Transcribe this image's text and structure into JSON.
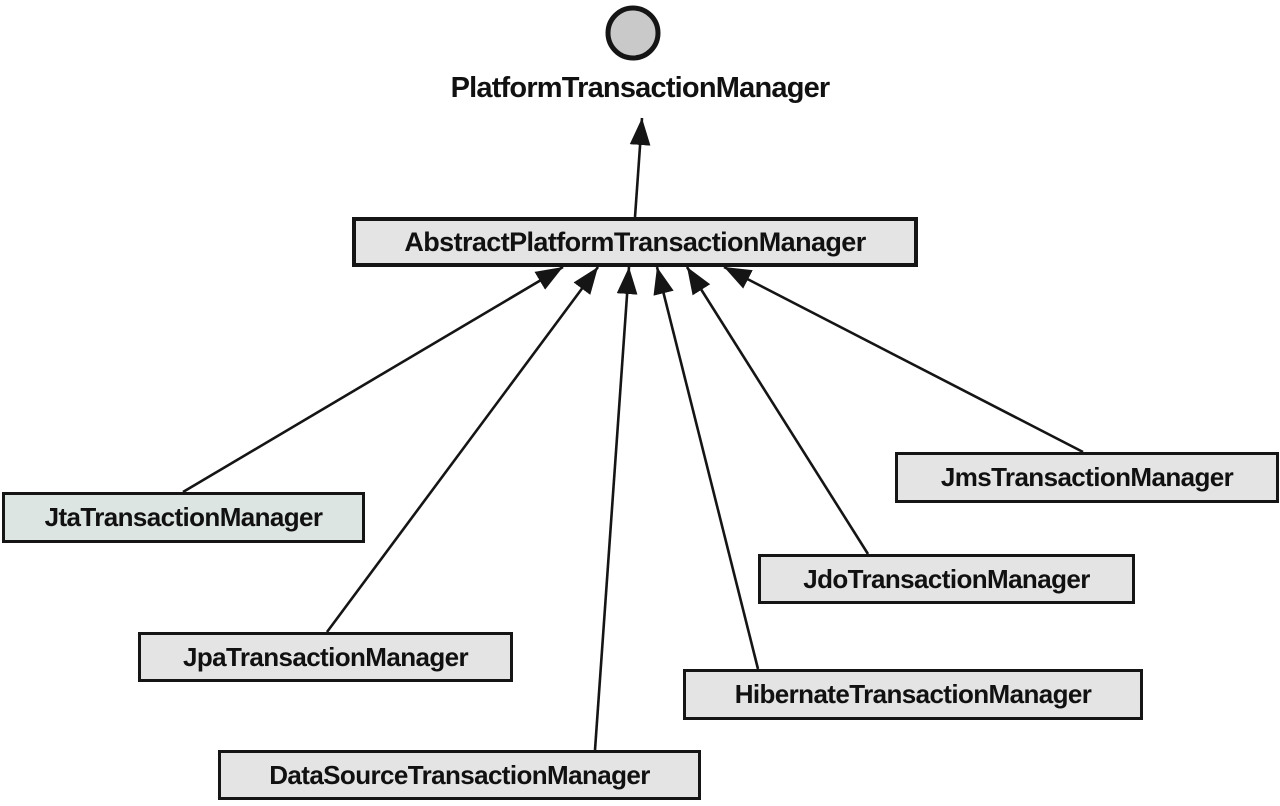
{
  "diagram": {
    "kind": "uml-class-hierarchy",
    "interface": {
      "label": "PlatformTransactionManager",
      "icon": "interface-circle-icon"
    },
    "nodes": [
      {
        "id": "abstract",
        "label": "AbstractPlatformTransactionManager"
      },
      {
        "id": "jta",
        "label": "JtaTransactionManager"
      },
      {
        "id": "jpa",
        "label": "JpaTransactionManager"
      },
      {
        "id": "datasource",
        "label": "DataSourceTransactionManager"
      },
      {
        "id": "hibernate",
        "label": "HibernateTransactionManager"
      },
      {
        "id": "jdo",
        "label": "JdoTransactionManager"
      },
      {
        "id": "jms",
        "label": "JmsTransactionManager"
      }
    ],
    "edges": [
      {
        "from": "AbstractPlatformTransactionManager",
        "to": "PlatformTransactionManager",
        "type": "implements"
      },
      {
        "from": "JtaTransactionManager",
        "to": "AbstractPlatformTransactionManager",
        "type": "extends"
      },
      {
        "from": "JpaTransactionManager",
        "to": "AbstractPlatformTransactionManager",
        "type": "extends"
      },
      {
        "from": "DataSourceTransactionManager",
        "to": "AbstractPlatformTransactionManager",
        "type": "extends"
      },
      {
        "from": "HibernateTransactionManager",
        "to": "AbstractPlatformTransactionManager",
        "type": "extends"
      },
      {
        "from": "JdoTransactionManager",
        "to": "AbstractPlatformTransactionManager",
        "type": "extends"
      },
      {
        "from": "JmsTransactionManager",
        "to": "AbstractPlatformTransactionManager",
        "type": "extends"
      }
    ],
    "colors": {
      "line": "#151515",
      "box_fill": "#e4e4e4",
      "jta_fill": "#dde5e3",
      "circle_fill": "#c9c9c9",
      "background": "#ffffff"
    }
  }
}
